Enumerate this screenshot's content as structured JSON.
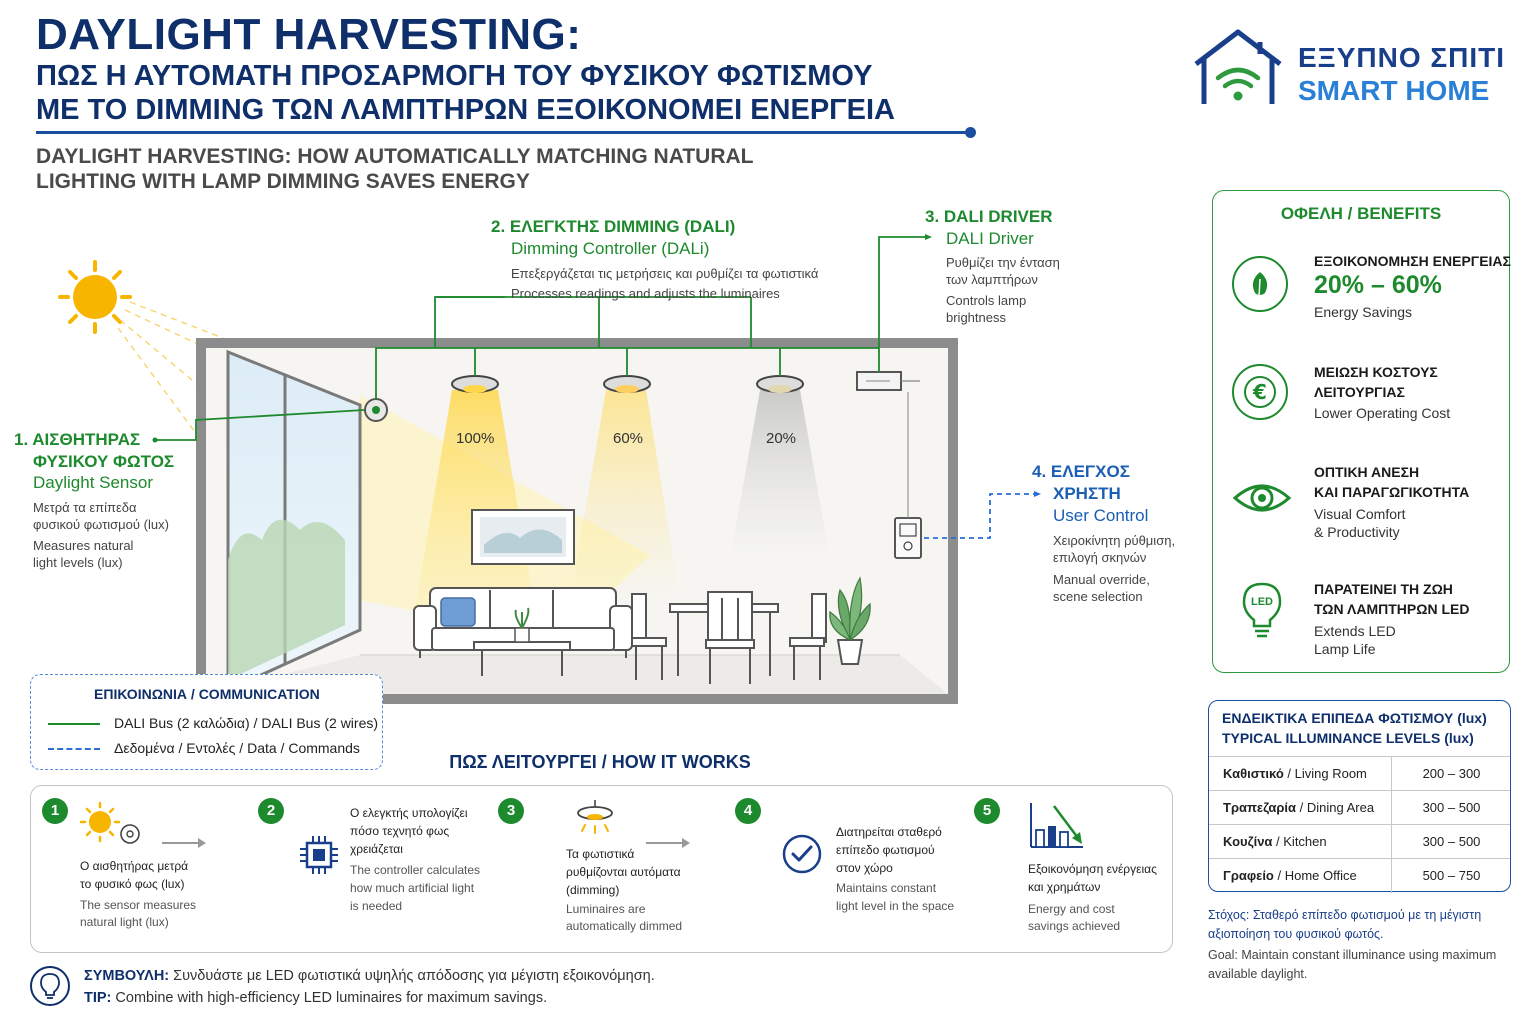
{
  "header": {
    "title": "DAYLIGHT HARVESTING:",
    "subtitle_gr_line1": "ΠΩΣ Η ΑΥΤΟΜΑΤΗ ΠΡΟΣΑΡΜΟΓΗ ΤΟΥ ΦΥΣΙΚΟΥ ΦΩΤΙΣΜΟΥ",
    "subtitle_gr_line2": "ΜΕ ΤΟ DIMMING ΤΩΝ ΛΑΜΠΤΗΡΩΝ ΕΞΟΙΚΟΝΟΜΕΙ ΕΝΕΡΓΕΙΑ",
    "subtitle_en_line1": "DAYLIGHT HARVESTING: HOW AUTOMATICALLY MATCHING NATURAL",
    "subtitle_en_line2": "LIGHTING WITH LAMP DIMMING SAVES ENERGY"
  },
  "logo": {
    "text_gr": "ΕΞΥΠΝΟ ΣΠΙΤΙ",
    "text_en": "SMART HOME",
    "icon": "house-wifi-icon"
  },
  "colors": {
    "navy": "#0f2f6b",
    "green": "#1e8a2e",
    "blue": "#1a5fb4",
    "sun": "#f7b500"
  },
  "sensor": {
    "title_line1": "1. ΑΙΣΘΗΤΗΡΑΣ",
    "title_line2": "ΦΥΣΙΚΟΥ ΦΩΤΟΣ",
    "subtitle": "Daylight Sensor",
    "desc_gr_line1": "Μετρά τα επίπεδα",
    "desc_gr_line2": "φυσικού φωτισμού (lux)",
    "desc_en_line1": "Measures natural",
    "desc_en_line2": "light levels (lux)"
  },
  "controller": {
    "title": "2. ΕΛΕΓΚΤΗΣ DIMMING (DALI)",
    "subtitle": "Dimming Controller (DALi)",
    "desc_gr": "Επεξεργάζεται τις μετρήσεις και ρυθμίζει τα φωτιστικά",
    "desc_en": "Processes readings and adjusts the luminaires"
  },
  "driver": {
    "title": "3. DALI DRIVER",
    "subtitle": "DALI Driver",
    "desc_gr_line1": "Ρυθμίζει την ένταση",
    "desc_gr_line2": "των λαμπτήρων",
    "desc_en_line1": "Controls lamp",
    "desc_en_line2": "brightness"
  },
  "user_control": {
    "title_line1": "4. ΕΛΕΓΧΟΣ",
    "title_line2": "ΧΡΗΣΤΗ",
    "subtitle": "User Control",
    "desc_gr_line1": "Χειροκίνητη ρύθμιση,",
    "desc_gr_line2": "επιλογή σκηνών",
    "desc_en_line1": "Manual override,",
    "desc_en_line2": "scene selection"
  },
  "lamps": [
    {
      "label": "100%",
      "level": 1.0
    },
    {
      "label": "60%",
      "level": 0.6
    },
    {
      "label": "20%",
      "level": 0.2
    }
  ],
  "communication": {
    "title": "ΕΠΙΚΟΙΝΩΝΙΑ / COMMUNICATION",
    "dali_bus": "DALI Bus (2 καλώδια) / DALI Bus (2 wires)",
    "data": "Δεδομένα / Εντολές / Data / Commands"
  },
  "benefits": {
    "title": "ΟΦΕΛΗ / BENEFITS",
    "items": [
      {
        "icon": "leaf-icon",
        "head": "ΕΞΟΙΚΟΝΟΜΗΣΗ ΕΝΕΡΓΕΙΑΣ",
        "value": "20% – 60%",
        "text": "Energy Savings"
      },
      {
        "icon": "euro-icon",
        "head_line1": "ΜΕΙΩΣΗ ΚΟΣΤΟΥΣ",
        "head_line2": "ΛΕΙΤΟΥΡΓΙΑΣ",
        "text": "Lower Operating Cost"
      },
      {
        "icon": "eye-icon",
        "head_line1": "ΟΠΤΙΚΗ ΑΝΕΣΗ",
        "head_line2": "ΚΑΙ ΠΑΡΑΓΩΓΙΚΟΤΗΤΑ",
        "text_line1": "Visual Comfort",
        "text_line2": "& Productivity"
      },
      {
        "icon": "led-bulb-icon",
        "icon_text": "LED",
        "head_line1": "ΠΑΡΑΤΕΙΝΕΙ ΤΗ ΖΩΗ",
        "head_line2": "ΤΩΝ ΛΑΜΠΤΗΡΩΝ LED",
        "text_line1": "Extends LED",
        "text_line2": "Lamp Life"
      }
    ]
  },
  "lux_table": {
    "title_line1": "ΕΝΔΕΙΚΤΙΚΑ ΕΠΙΠΕΔΑ ΦΩΤΙΣΜΟΥ (lux)",
    "title_line2": "TYPICAL ILLUMINANCE LEVELS (lux)",
    "rows": [
      {
        "room_gr": "Καθιστικό",
        "room_en": " / Living Room",
        "value": "200 – 300"
      },
      {
        "room_gr": "Τραπεζαρία",
        "room_en": " / Dining Area",
        "value": "300 – 500"
      },
      {
        "room_gr": "Κουζίνα",
        "room_en": " / Kitchen",
        "value": "300 – 500"
      },
      {
        "room_gr": "Γραφείο",
        "room_en": " / Home Office",
        "value": "500 – 750"
      }
    ],
    "goal_gr": "Στόχος: Σταθερό επίπεδο φωτισμού με τη μέγιστη αξιοποίηση του φυσικού φωτός.",
    "goal_en": "Goal: Maintain constant illuminance using maximum available daylight."
  },
  "how_it_works": {
    "title": "ΠΩΣ ΛΕΙΤΟΥΡΓΕΙ / HOW IT WORKS",
    "steps": [
      {
        "num": "1",
        "icon": "sun-sensor-icon",
        "gr_line1": "Ο αισθητήρας μετρά",
        "gr_line2": "το φυσικό φως (lux)",
        "en_line1": "The sensor measures",
        "en_line2": "natural light (lux)"
      },
      {
        "num": "2",
        "icon": "chip-icon",
        "gr_line1": "Ο ελεγκτής υπολογίζει",
        "gr_line2": "πόσο τεχνητό φως",
        "gr_line3": "χρειάζεται",
        "en_line1": "The controller calculates",
        "en_line2": "how much artificial light",
        "en_line3": "is needed"
      },
      {
        "num": "3",
        "icon": "ceiling-lamp-icon",
        "gr_line1": "Τα φωτιστικά",
        "gr_line2": "ρυθμίζονται αυτόματα",
        "gr_line3": "(dimming)",
        "en_line1": "Luminaires are",
        "en_line2": "automatically dimmed"
      },
      {
        "num": "4",
        "icon": "check-circle-icon",
        "gr_line1": "Διατηρείται σταθερό",
        "gr_line2": "επίπεδο φωτισμού",
        "gr_line3": "στον χώρο",
        "en_line1": "Maintains constant",
        "en_line2": "light level in the space"
      },
      {
        "num": "5",
        "icon": "bar-chart-down-icon",
        "gr_line1": "Εξοικονόμηση ενέργειας",
        "gr_line2": "και χρημάτων",
        "en_line1": "Energy and cost",
        "en_line2": "savings achieved"
      }
    ]
  },
  "tip": {
    "label_gr": "ΣΥΜΒΟΥΛΗ:",
    "text_gr": " Συνδυάστε με LED φωτιστικά υψηλής απόδοσης για μέγιστη εξοικονόμηση.",
    "label_en": "TIP:",
    "text_en": " Combine with high-efficiency LED luminaires for maximum savings."
  }
}
